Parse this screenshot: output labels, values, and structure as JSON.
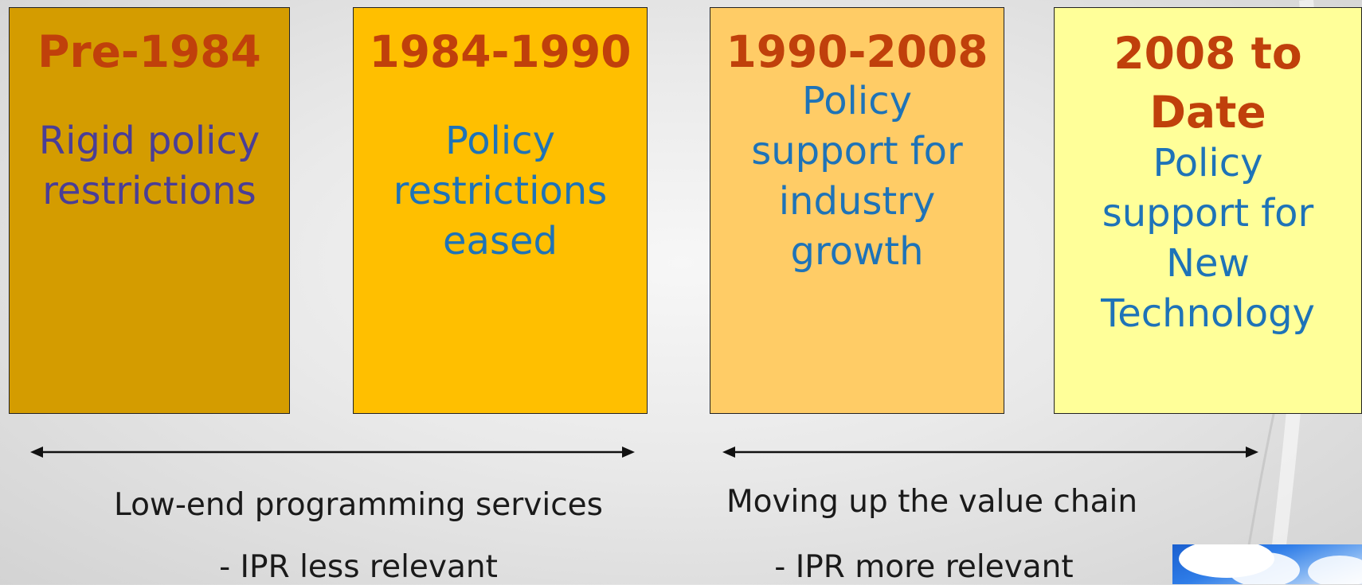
{
  "periods": [
    {
      "label": "Pre-1984",
      "description": "Rigid policy restrictions",
      "lines": [
        "Rigid policy",
        "restrictions"
      ],
      "color": "#d49c00"
    },
    {
      "label": "1984-1990",
      "description": "Policy restrictions eased",
      "lines": [
        "Policy",
        "restrictions",
        "eased"
      ],
      "color": "#ffbf00"
    },
    {
      "label": "1990-2008",
      "description": "Policy support for industry growth",
      "lines": [
        "Policy",
        "support for",
        "industry",
        "growth"
      ],
      "color": "#ffcc66"
    },
    {
      "label": "2008 to Date",
      "labelLines": [
        "2008 to",
        "Date"
      ],
      "description": "Policy support for New Technology",
      "lines": [
        "Policy",
        "support for",
        "New",
        "Technology"
      ],
      "color": "#ffff99"
    }
  ],
  "phases": [
    {
      "title": "Low-end programming services",
      "note": "- IPR less relevant"
    },
    {
      "title": "Moving up the value chain",
      "note": "- IPR more relevant"
    }
  ],
  "colors": {
    "period_label": "#c0400b",
    "description": "#1e73b8",
    "description_first": "#4a3e96"
  }
}
